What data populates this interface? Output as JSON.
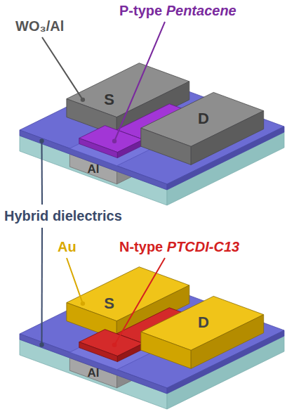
{
  "diagram": {
    "labels": [
      "P-type Pentacene",
      "WO₃/Al",
      "S",
      "D",
      "Al",
      "Hybrid dielectrics",
      "Au",
      "N-type PTCDI-C13",
      "S",
      "D",
      "Al"
    ]
  }
}
